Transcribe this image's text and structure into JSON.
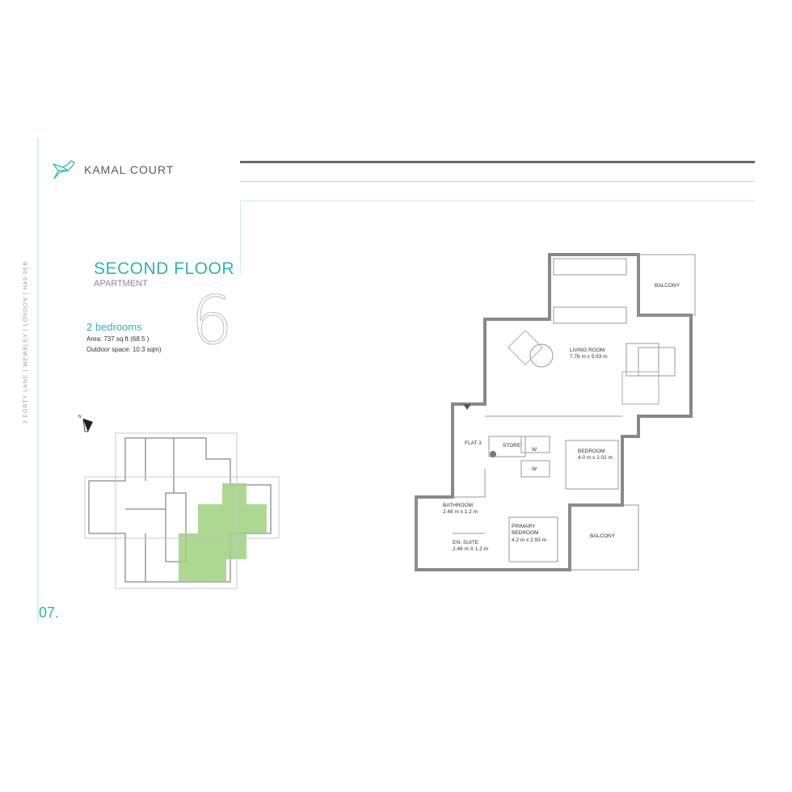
{
  "header": {
    "brand": "KAMAL COURT",
    "logo_icon": "bird-logo-icon"
  },
  "sidebar": {
    "address": "2 FORTY LANE  |  WEMBLEY  |  LONDON  |  HA9 9EB"
  },
  "apartment": {
    "floor_title": "SECOND FLOOR",
    "floor_subtitle": "APARTMENT",
    "unit_number": "6",
    "bedrooms": "2 bedrooms",
    "area": "Area:  737 sq ft (68.5 )",
    "outdoor": "Outdoor space: 10.3 sqm)"
  },
  "page": {
    "number": "07."
  },
  "colors": {
    "accent": "#2bb5b8",
    "dark_rule": "#5f6e5f",
    "highlight": "#9dd17f"
  },
  "floorplan": {
    "rooms": [
      {
        "name": "BALCONY",
        "size": ""
      },
      {
        "name": "LIVING ROOM",
        "size": "7.76 m x 5.93 m"
      },
      {
        "name": "FLAT 3",
        "size": ""
      },
      {
        "name": "STORE",
        "size": ""
      },
      {
        "name": "W",
        "size": ""
      },
      {
        "name": "W",
        "size": ""
      },
      {
        "name": "BEDROOM",
        "size": "4.0 m x 2.02 m"
      },
      {
        "name": "BATHROOM",
        "size": "2.48 m x 1.2 m"
      },
      {
        "name": "PRIMARY",
        "size": ""
      },
      {
        "name": "BEDROOM",
        "size": "4.2 m x 2.93 m"
      },
      {
        "name": "EN- SUITE",
        "size": "2.48 m X 1.2 m"
      },
      {
        "name": "BALCONY",
        "size": ""
      }
    ]
  },
  "keyplan": {
    "north_icon": "north-arrow-icon"
  }
}
